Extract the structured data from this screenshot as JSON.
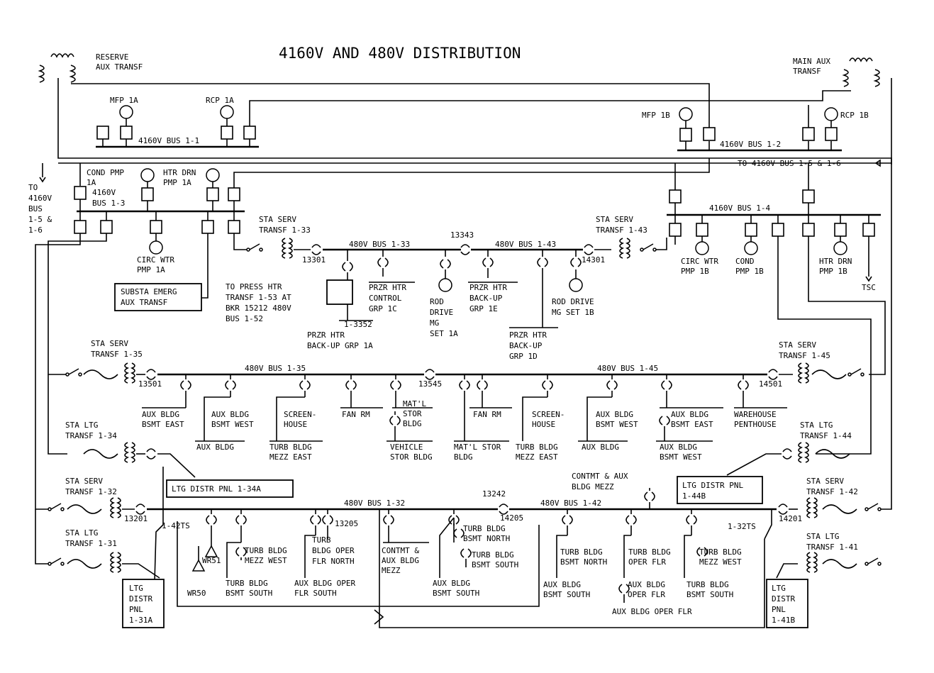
{
  "title": "4160V AND 480V DISTRIBUTION",
  "labels": {
    "reserve_aux": [
      "RESERVE",
      "AUX TRANSF"
    ],
    "main_aux": [
      "MAIN AUX",
      "TRANSF"
    ],
    "mfp_1a": "MFP 1A",
    "rcp_1a": "RCP 1A",
    "mfp_1b": "MFP 1B",
    "rcp_1b": "RCP 1B",
    "bus_1_1": "4160V BUS 1-1",
    "bus_1_2": "4160V BUS 1-2",
    "to_bus_56_right": "TO 4160V BUS 1-5 & 1-6",
    "to_bus_56_left": [
      "TO",
      "4160V",
      "BUS",
      "1-5  &",
      "1-6"
    ],
    "bus_1_3": [
      "4160V",
      "BUS 1-3"
    ],
    "cond_pmp_1a": [
      "COND PMP",
      "1A"
    ],
    "htr_drn_1a": [
      "HTR DRN",
      "PMP 1A"
    ],
    "circ_wtr_1a": [
      "CIRC WTR",
      "PMP 1A"
    ],
    "substa": [
      "SUBSTA EMERG",
      "AUX TRANSF"
    ],
    "sta_serv_133": [
      "STA SERV",
      "TRANSF 1-33"
    ],
    "bus_480_133": "480V BUS 1-33",
    "bkr_13343": "13343",
    "bus_480_143": "480V BUS 1-43",
    "bkr_13301": "13301",
    "bkr_14301": "14301",
    "sta_serv_143": [
      "STA SERV",
      "TRANSF 1-43"
    ],
    "bus_1_4": "4160V BUS 1-4",
    "to_press_htr": [
      "TO PRESS HTR",
      "TRANSF 1-53 AT",
      "BKR 15212 480V",
      "BUS 1-52"
    ],
    "bkr_13352": "1-3352",
    "przr_1a": [
      "PRZR HTR",
      "BACK-UP GRP 1A"
    ],
    "przr_1c": [
      "PRZR HTR",
      "CONTROL",
      "GRP 1C"
    ],
    "rod_1a": [
      "ROD",
      "DRIVE",
      "MG",
      "SET 1A"
    ],
    "przr_1e": [
      "PRZR HTR",
      "BACK-UP",
      "GRP 1E"
    ],
    "przr_1d": [
      "PRZR HTR",
      "BACK-UP",
      "GRP 1D"
    ],
    "rod_1b": [
      "ROD DRIVE",
      "MG SET 1B"
    ],
    "circ_wtr_1b": [
      "CIRC WTR",
      "PMP 1B"
    ],
    "cond_pmp_1b": [
      "COND",
      "PMP 1B"
    ],
    "htr_drn_1b": [
      "HTR DRN",
      "PMP 1B"
    ],
    "tsc": "TSC",
    "sta_serv_135": [
      "STA SERV",
      "TRANSF 1-35"
    ],
    "bkr_13501": "13501",
    "bus_480_135": "480V BUS 1-35",
    "bkr_13545": "13545",
    "bus_480_145": "480V BUS 1-45",
    "bkr_14501": "14501",
    "sta_serv_145": [
      "STA SERV",
      "TRANSF 1-45"
    ],
    "aux_bsmt_east_l": [
      "AUX BLDG",
      "BSMT EAST"
    ],
    "aux_bsmt_west_l": [
      "AUX BLDG",
      "BSMT WEST"
    ],
    "aux_bldg_l": "AUX BLDG",
    "screenhouse_l": [
      "SCREEN-",
      "HOUSE"
    ],
    "turb_mezz_east_l": [
      "TURB BLDG",
      "MEZZ EAST"
    ],
    "fan_rm_l": "FAN RM",
    "matl_stor": [
      "MAT'L",
      "STOR",
      "BLDG"
    ],
    "vehicle": [
      "VEHICLE",
      "STOR BLDG"
    ],
    "matl_stor_bldg": [
      "MAT'L STOR",
      "BLDG"
    ],
    "fan_rm_r": "FAN RM",
    "screenhouse_r": [
      "SCREEN-",
      "HOUSE"
    ],
    "turb_mezz_east_r": [
      "TURB BLDG",
      "MEZZ EAST"
    ],
    "aux_bsmt_west_r": [
      "AUX BLDG",
      "BSMT WEST"
    ],
    "aux_bldg_r": "AUX BLDG",
    "aux_bsmt_east_r": [
      "AUX BLDG",
      "BSMT EAST"
    ],
    "aux_bsmt_west_r2": [
      "AUX BLDG",
      "BSMT WEST"
    ],
    "warehouse": [
      "WAREHOUSE",
      "PENTHOUSE"
    ],
    "sta_ltg_134": [
      "STA LTG",
      "TRANSF 1-34"
    ],
    "sta_ltg_144": [
      "STA LTG",
      "TRANSF 1-44"
    ],
    "ltg_134a": "LTG DISTR PNL 1-34A",
    "ltg_144b": [
      "LTG DISTR PNL",
      "1-44B"
    ],
    "contmt_mezz": [
      "CONTMT & AUX",
      "BLDG MEZZ"
    ],
    "sta_serv_132": [
      "STA SERV",
      "TRANSF 1-32"
    ],
    "bkr_13201": "13201",
    "bus_480_132": "480V BUS 1-32",
    "bkr_13242": "13242",
    "bkr_14205": "14205",
    "bus_480_142": "480V BUS 1-42",
    "bkr_14201": "14201",
    "sta_serv_142": [
      "STA SERV",
      "TRANSF 1-42"
    ],
    "ts_142": "1-42TS",
    "ts_132": "1-32TS",
    "bkr_13205": "13205",
    "sta_ltg_131": [
      "STA LTG",
      "TRANSF 1-31"
    ],
    "sta_ltg_141": [
      "STA LTG",
      "TRANSF 1-41"
    ],
    "wr51": "WR51",
    "wr50": "WR50",
    "turb_mezz_west_l": [
      "TURB BLDG",
      "MEZZ WEST"
    ],
    "turb_bsmt_south_l": [
      "TURB BLDG",
      "BSMT SOUTH"
    ],
    "turb_oper_north": [
      "TURB",
      "BLDG OPER",
      "FLR NORTH"
    ],
    "aux_oper_south": [
      "AUX BLDG OPER",
      "FLR SOUTH"
    ],
    "contmt_aux_mezz": [
      "CONTMT &",
      "AUX BLDG",
      "MEZZ"
    ],
    "turb_bsmt_north_a": [
      "TURB BLDG",
      "BSMT NORTH"
    ],
    "turb_bsmt_south_a": [
      "TURB BLDG",
      "BSMT SOUTH"
    ],
    "aux_bsmt_south_a": [
      "AUX BLDG",
      "BSMT SOUTH"
    ],
    "turb_bsmt_north_r": [
      "TURB BLDG",
      "BSMT NORTH"
    ],
    "aux_bsmt_south_r": [
      "AUX BLDG",
      "BSMT SOUTH"
    ],
    "turb_oper_flr_r": [
      "TURB BLDG",
      "OPER FLR"
    ],
    "aux_oper_flr_r": [
      "AUX BLDG",
      "OPER FLR"
    ],
    "turb_mezz_west_r": [
      "TURB BLDG",
      "MEZZ WEST"
    ],
    "turb_bsmt_south_r": [
      "TURB BLDG",
      "BSMT SOUTH"
    ],
    "aux_oper_flr_bottom": "AUX BLDG OPER FLR",
    "ltg_131a": [
      "LTG",
      "DISTR",
      "PNL",
      "1-31A"
    ],
    "ltg_141b": [
      "LTG",
      "DISTR",
      "PNL",
      "1-41B"
    ]
  }
}
